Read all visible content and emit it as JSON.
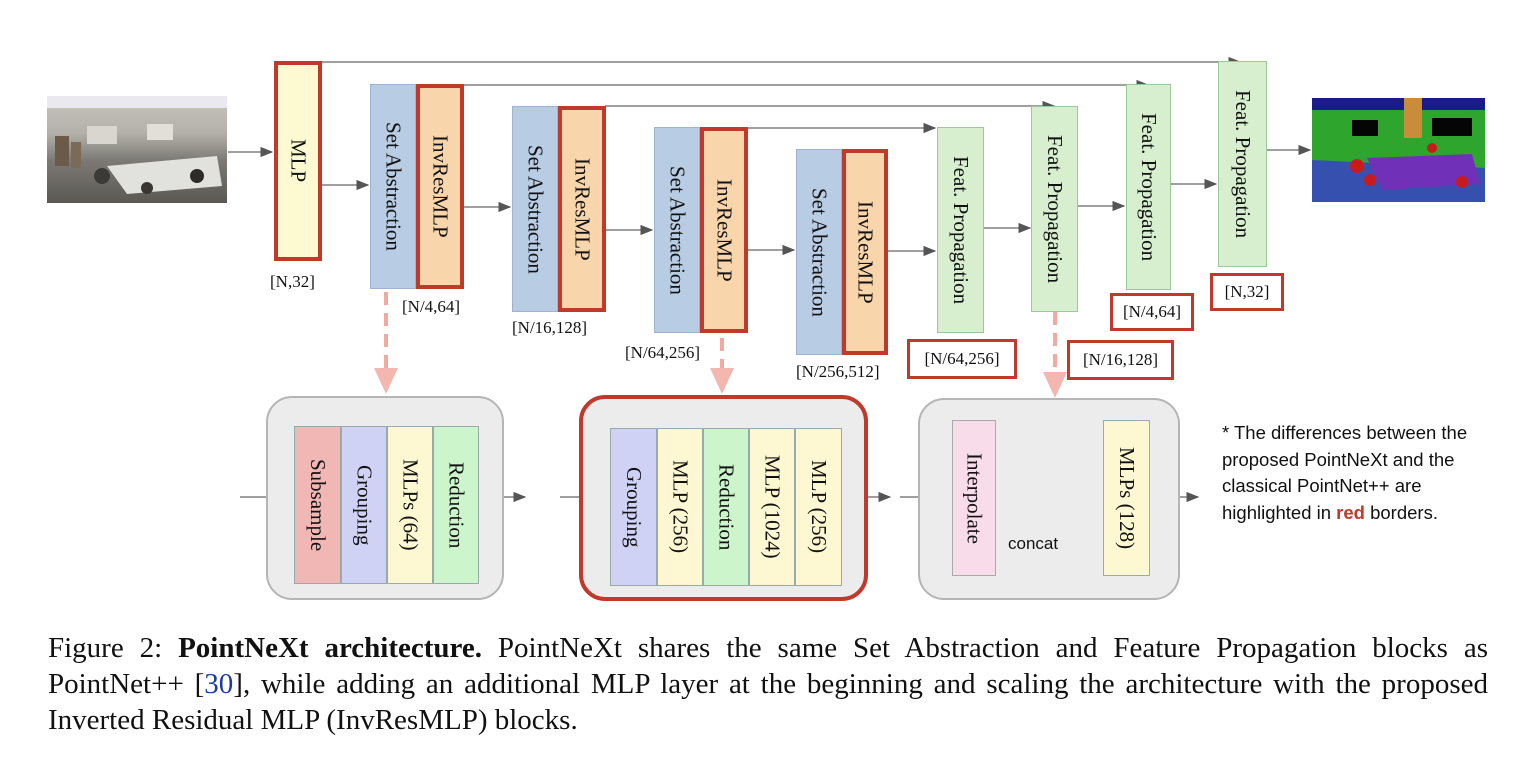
{
  "blocks": {
    "mlp": "MLP",
    "sa1": "Set Abstraction",
    "inv1": "InvResMLP",
    "sa2": "Set Abstraction",
    "inv2": "InvResMLP",
    "sa3": "Set Abstraction",
    "inv3": "InvResMLP",
    "sa4": "Set Abstraction",
    "inv4": "InvResMLP",
    "fp1": "Feat. Propagation",
    "fp2": "Feat. Propagation",
    "fp3": "Feat. Propagation",
    "fp4": "Feat. Propagation"
  },
  "shapes": {
    "mlp": "[N,32]",
    "sa1": "[N/4,64]",
    "sa2": "[N/16,128]",
    "sa3": "[N/64,256]",
    "sa4": "[N/256,512]",
    "fp1": "[N/64,256]",
    "fp2": "[N/16,128]",
    "fp3": "[N/4,64]",
    "fp4": "[N,32]"
  },
  "sa_detail": [
    "Subsample",
    "Grouping",
    "MLPs (64)",
    "Reduction"
  ],
  "inv_detail": [
    "Grouping",
    "MLP (256)",
    "Reduction",
    "MLP (1024)",
    "MLP (256)"
  ],
  "fp_detail": {
    "interpolate": "Interpolate",
    "concat": "concat",
    "mlps": "MLPs (128)"
  },
  "note": {
    "prefix": "* The differences between the proposed PointNeXt and the classical PointNet++ are highlighted in",
    "red_word": "red",
    "suffix": "borders."
  },
  "caption": {
    "label": "Figure 2:",
    "title": "PointNeXt architecture.",
    "text1": "PointNeXt shares the same Set Abstraction and Feature Propagation blocks as PointNet++ [",
    "cite": "30",
    "text2": "], while adding an additional MLP layer at the beginning and scaling the architecture with the proposed Inverted Residual MLP (InvResMLP) blocks."
  },
  "colors": {
    "red_border": "#c0392b",
    "set_abstraction": "#b8cce4",
    "invresmlp": "#f9d5ac",
    "feat_propagation": "#d7efcf",
    "mlp": "#fdf9d0"
  }
}
